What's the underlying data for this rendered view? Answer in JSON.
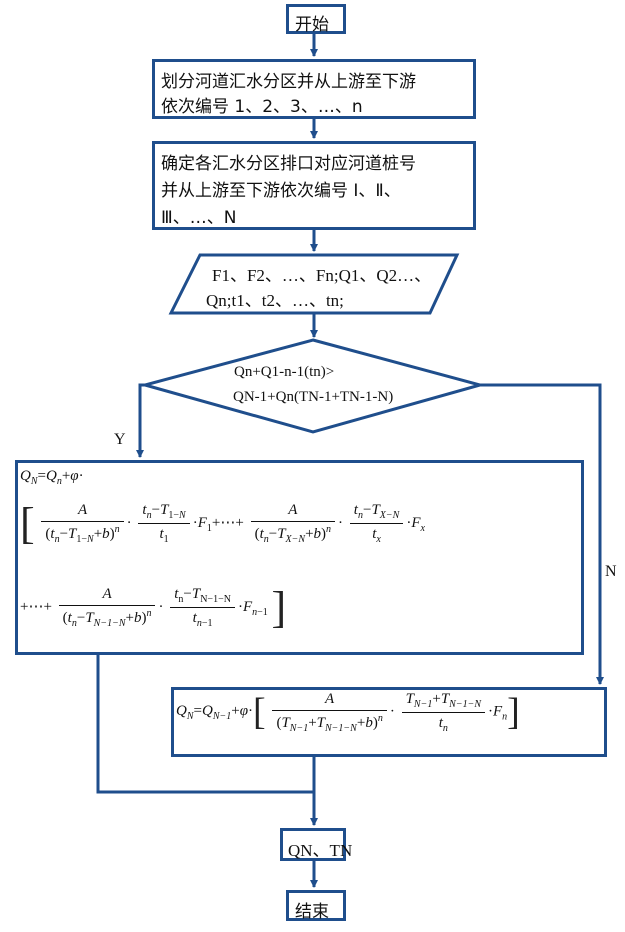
{
  "flowchart": {
    "start": "开始",
    "step1_line1": "划分河道汇水分区并从上游至下游",
    "step1_line2": "依次编号 1、2、3、…、n",
    "step2_line1": "确定各汇水分区排口对应河道桩号",
    "step2_line2": "并从上游至下游依次编号 Ⅰ、Ⅱ、",
    "step2_line3": "Ⅲ、…、N",
    "io_line1": "F1、F2、…、Fn;Q1、Q2…、",
    "io_line2": "Qn;t1、t2、…、tn;",
    "decision_line1": "Qn+Q1-n-1(tn)>",
    "decision_line2": "QN-1+Qn(TN-1+TN-1-N)",
    "yes_label": "Y",
    "no_label": "N",
    "formula_yes": "QN=Qn+φ·[A/(tn−T1−N+b)^n·(tn−T1−N)/t1·F1+…+A/(tn−TX−N+b)^n·(tn−TX−N)/tx·Fx+…+A/(tn−TN−1−N+b)^n·(tn−TN−1−N)/tn−1·Fn−1]",
    "formula_no": "QN=QN−1+φ·[A/(TN−1+TN−1−N+b)^n·(TN−1+TN−1−N)/tn·Fn]",
    "output": "QN、TN",
    "end": "结束"
  },
  "colors": {
    "border": "#1f4e8c",
    "arrow": "#1f4e8c",
    "text": "#111111"
  }
}
